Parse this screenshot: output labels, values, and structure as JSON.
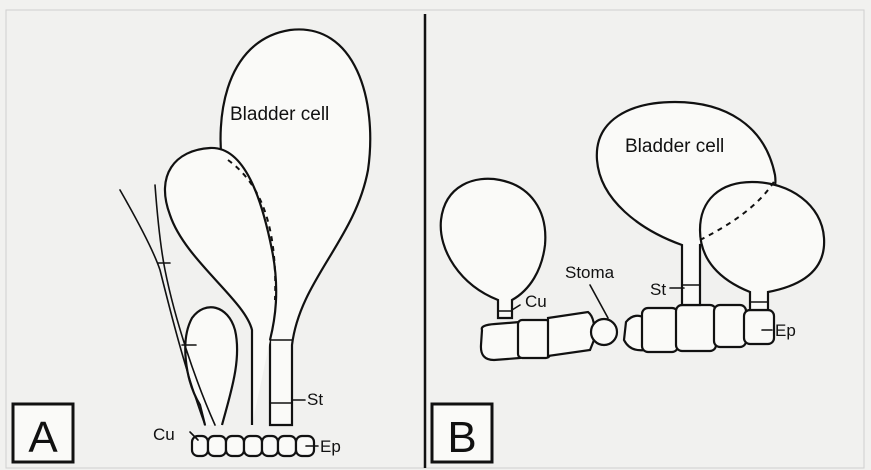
{
  "panels": [
    {
      "letter": "A",
      "labels": {
        "bladder": "Bladder cell",
        "stalk": "St",
        "cuticle": "Cu",
        "epidermis": "Ep"
      }
    },
    {
      "letter": "B",
      "labels": {
        "bladder": "Bladder cell",
        "stoma": "Stoma",
        "stalk": "St",
        "cuticle": "Cu",
        "epidermis": "Ep"
      }
    }
  ]
}
